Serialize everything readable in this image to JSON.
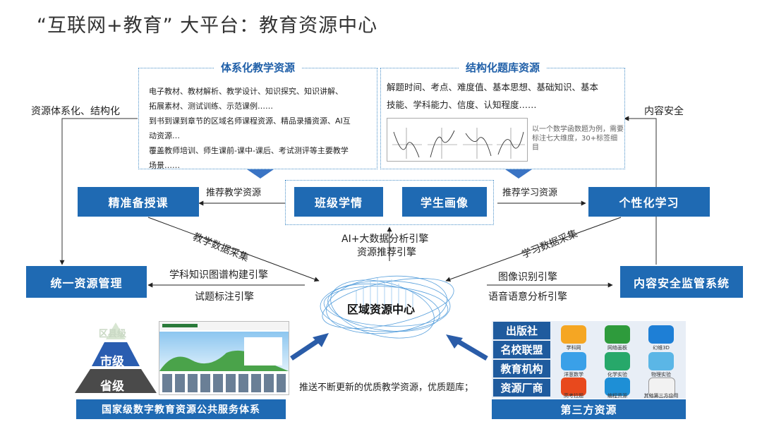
{
  "title": "“互联网+教育” 大平台：教育资源中心",
  "teaching_box": {
    "header": "体系化教学资源",
    "lines": [
      "电子教材、教材解析、教学设计、知识探究、知识讲解、",
      "拓展素材、测试训练、示范课例……",
      "到书到课到章节的区域名师课程资源、精品录播资源、AI互",
      "动资源…",
      "覆盖教师培训、师生课前-课中-课后、考试测评等主要教学",
      "场景……"
    ]
  },
  "question_box": {
    "header": "结构化题库资源",
    "lines": [
      "解题时间、考点、难度值、基本思想、基础知识、基本",
      "技能、学科能力、信度、认知程度……"
    ],
    "example_note": "以一个数学函数题为例，需要标注七大维度，30+标签细目"
  },
  "buttons": {
    "prep": "精准备授课",
    "class": "班级学情",
    "portrait": "学生画像",
    "personal": "个性化学习",
    "manage": "统一资源管理",
    "security": "内容安全监管系统"
  },
  "side_labels": {
    "left": "资源体系化、结构化",
    "right": "内容安全"
  },
  "flow_labels": {
    "rec_teaching": "推荐教学资源",
    "rec_learning": "推荐学习资源",
    "teach_data": "教学数据采集",
    "learn_data": "学习数据采集",
    "ai_engine": "AI+大数据分析引擎",
    "rec_engine": "资源推荐引擎",
    "kg_engine": "学科知识图谱构建引擎",
    "tag_engine": "试题标注引擎",
    "image_engine": "图像识别引擎",
    "voice_engine": "语音语意分析引擎",
    "push": "推送不断更新的优质教学资源，优质题库；"
  },
  "center": "区域资源中心",
  "pyramid": {
    "top": "区县级",
    "mid": "市级",
    "bottom": "省级"
  },
  "national_label": "国家级数字教育资源公共服务体系",
  "third_party": {
    "label": "第三方资源",
    "rows": [
      "出版社",
      "名校联盟",
      "教育机构",
      "资源厂商"
    ],
    "apps": [
      "学科网",
      "网络画板",
      "幻维3D",
      "洋葱数学",
      "化学实验",
      "物理实验",
      "高考拉题",
      "编程资源",
      "其他第三方应用"
    ]
  },
  "colors": {
    "accent": "#1f6ab3",
    "header_text": "#1f5fa8",
    "dotted_border": "#4a90c8"
  }
}
